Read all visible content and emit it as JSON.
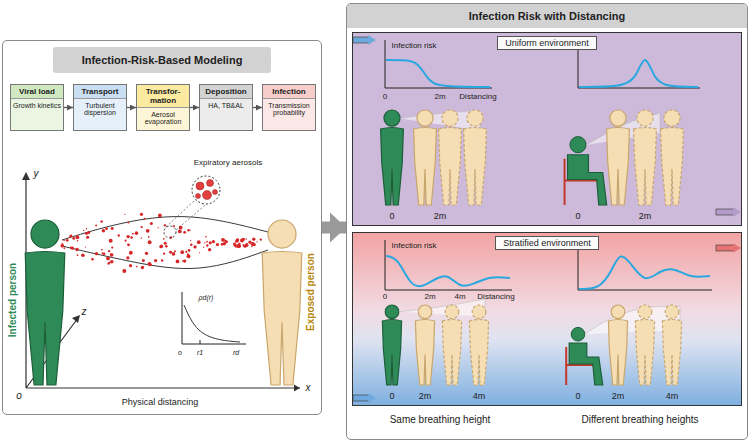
{
  "diagram": {
    "nodes": [
      {
        "text": [
          "Infection-Risk-Based Modeling"
        ]
      },
      {
        "text": [
          "Viral load",
          "Growth kinetics"
        ],
        "in": 0
      },
      {
        "text": [
          "Transport",
          "Turbulent dispersion"
        ],
        "in": 0
      },
      {
        "text": [
          "Transfor-mation",
          "Aerosol evaporation"
        ],
        "in": 0
      },
      {
        "text": [
          "Deposition",
          "HA, TB&AL"
        ],
        "in": 0
      },
      {
        "text": [
          "Infection",
          "Transmission probability"
        ],
        "in": 0
      },
      {
        "text": [
          "Infection Risk with Distancing"
        ]
      },
      {
        "text": [
          "Uniform environment"
        ],
        "in": 6
      },
      {
        "text": [
          "Stratified environment"
        ],
        "in": 6
      }
    ],
    "edges": [
      {
        "from": 1,
        "to": 2,
        "arrow": "to"
      },
      {
        "from": 2,
        "to": 3,
        "arrow": "to"
      },
      {
        "from": 3,
        "to": 4,
        "arrow": "to"
      },
      {
        "from": 4,
        "to": 5,
        "arrow": "to"
      },
      {
        "from": 0,
        "to": 6,
        "arrow": "to"
      }
    ],
    "labels": [
      "y",
      "z",
      "o",
      "x",
      "Expiratory aerosols",
      "ρd(r)",
      "o",
      "r1",
      "rd",
      "Infected person",
      "Exposed person",
      "Physical distancing",
      "Infection risk",
      "0",
      "2m",
      "Distancing",
      "0",
      "2m",
      "0",
      "2m",
      "Infection risk",
      "0",
      "2m",
      "4m",
      "Distancing",
      "0",
      "2m",
      "4m",
      "0",
      "2m",
      "4m",
      "Same breathing height",
      "Different breathing heights"
    ]
  }
}
